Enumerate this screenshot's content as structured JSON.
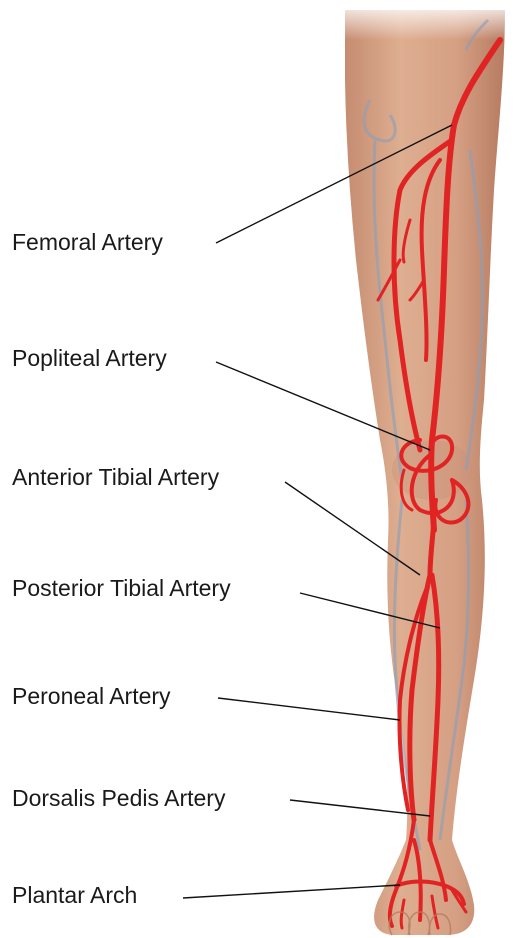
{
  "labels": {
    "femoral": "Femoral Artery",
    "popliteal": "Popliteal Artery",
    "anterior_tibial": "Anterior Tibial Artery",
    "posterior_tibial": "Posterior Tibial Artery",
    "peroneal": "Peroneal Artery",
    "dorsalis_pedis": "Dorsalis Pedis Artery",
    "plantar_arch": "Plantar Arch"
  },
  "colors": {
    "skin": "#d6a282",
    "skin_shadow": "#b98067",
    "artery": "#e02323",
    "vein": "#8f9fb6",
    "leader": "#111111"
  }
}
